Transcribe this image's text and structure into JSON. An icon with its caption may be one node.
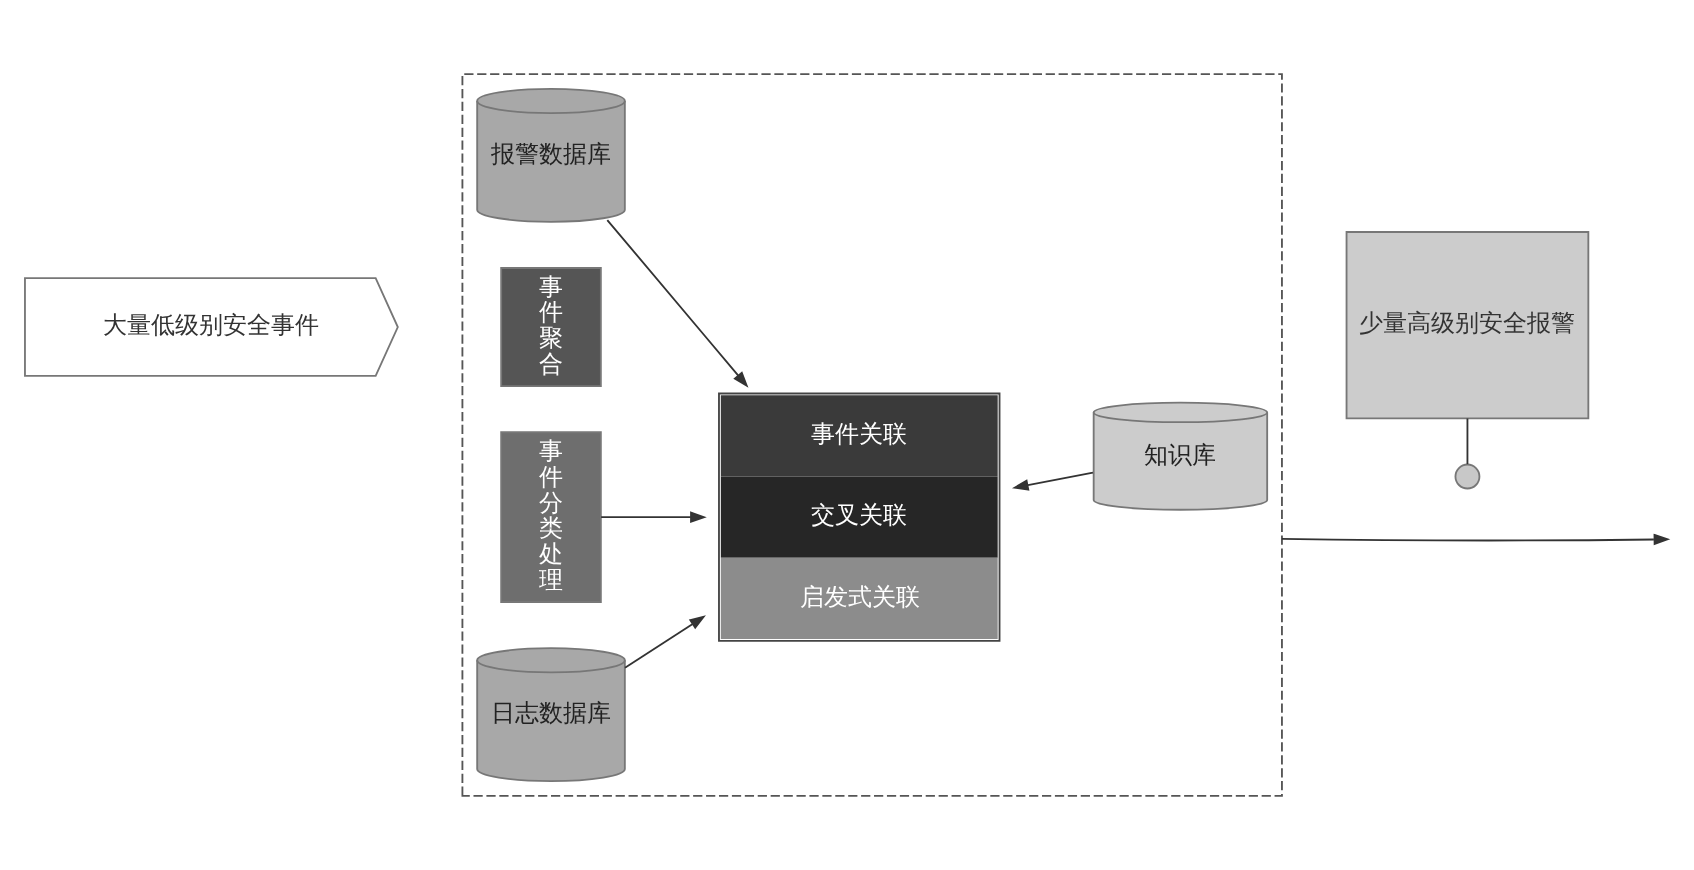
{
  "diagram": {
    "nodes": [
      {
        "text": [],
        "shape": "box"
      },
      {
        "text": [
          "大量低级别安全事件"
        ]
      },
      {
        "text": [
          "报警数据库"
        ],
        "in": 0
      },
      {
        "text": [
          "事件聚合"
        ],
        "in": 0
      },
      {
        "text": [
          "事件分类处理"
        ],
        "in": 0
      },
      {
        "text": [
          "事件关联",
          "交叉关联",
          "启发式关联"
        ],
        "in": 0
      },
      {
        "text": [
          "知识库"
        ],
        "in": 0
      },
      {
        "text": [
          "日志数据库"
        ],
        "in": 0
      },
      {
        "text": [
          "少量高级别安全报警"
        ]
      },
      {
        "text": [],
        "shape": "circle"
      }
    ],
    "edges": [
      {
        "from": 2,
        "to": 5,
        "arrow": "to"
      },
      {
        "from": 4,
        "to": 5,
        "arrow": "to"
      },
      {
        "from": 6,
        "to": 5,
        "arrow": "to"
      },
      {
        "from": 7,
        "to": 5,
        "arrow": "to"
      },
      {
        "from": 8,
        "to": 9,
        "arrow": "none"
      },
      {
        "from": 0,
        "to": null,
        "arrow": "to"
      }
    ]
  }
}
